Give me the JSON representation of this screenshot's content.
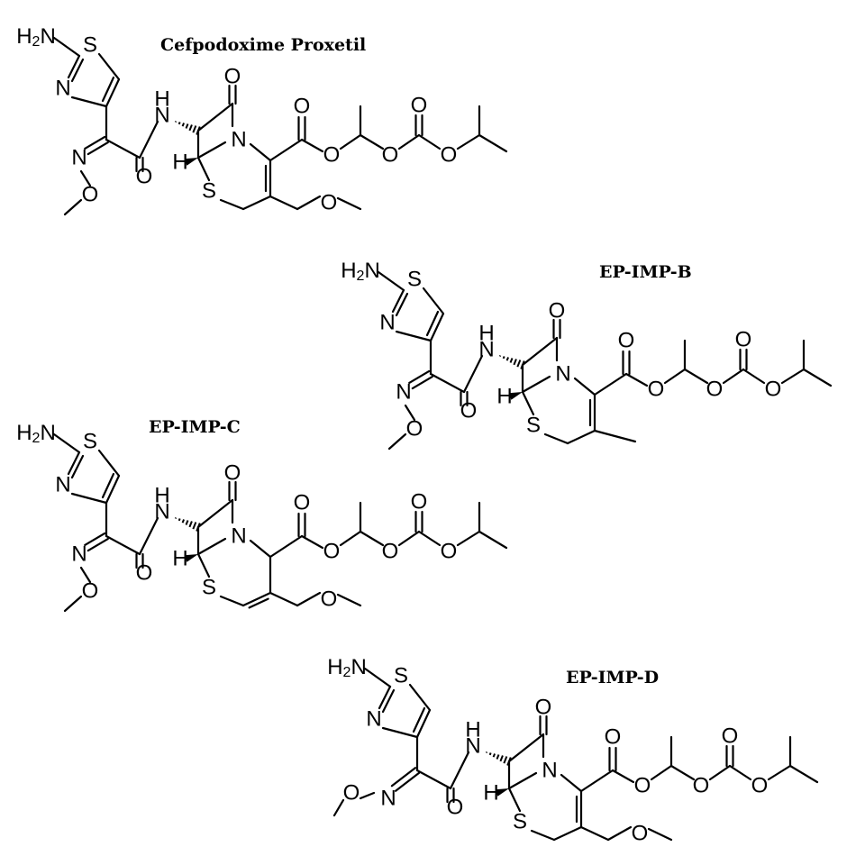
{
  "compounds": [
    {
      "name": "Cefpodoxime Proxetil",
      "c3_side_chain": "methoxymethyl",
      "ring_double_bond": "delta-3",
      "oxime_orientation": "down"
    },
    {
      "name": "EP-IMP-B",
      "c3_side_chain": "methyl",
      "ring_double_bond": "delta-3",
      "oxime_orientation": "down"
    },
    {
      "name": "EP-IMP-C",
      "c3_side_chain": "methoxymethyl",
      "ring_double_bond": "delta-2",
      "oxime_orientation": "down"
    },
    {
      "name": "EP-IMP-D",
      "c3_side_chain": "methoxymethyl",
      "ring_double_bond": "delta-3",
      "oxime_orientation": "left"
    }
  ],
  "atom_labels": {
    "amine": "H2N",
    "amine_prefix": "H",
    "amine_sub": "2",
    "amine_suffix": "N",
    "sulfur": "S",
    "nitrogen": "N",
    "oxygen": "O",
    "amide_nh": "NH",
    "hydrogen": "H"
  }
}
